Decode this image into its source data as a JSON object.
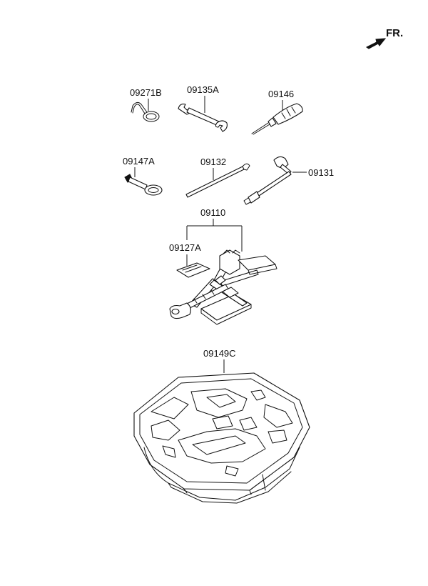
{
  "direction_label": "FR.",
  "parts": [
    {
      "id": "clip",
      "label": "09271B"
    },
    {
      "id": "wrench",
      "label": "09135A"
    },
    {
      "id": "screwdriver",
      "label": "09146"
    },
    {
      "id": "tow-hook",
      "label": "09147A"
    },
    {
      "id": "handle-rod",
      "label": "09132"
    },
    {
      "id": "lug-wrench",
      "label": "09131"
    },
    {
      "id": "jack-assembly",
      "label": "09110"
    },
    {
      "id": "jack-label",
      "label": "09127A"
    },
    {
      "id": "tool-tray",
      "label": "09149C"
    }
  ]
}
